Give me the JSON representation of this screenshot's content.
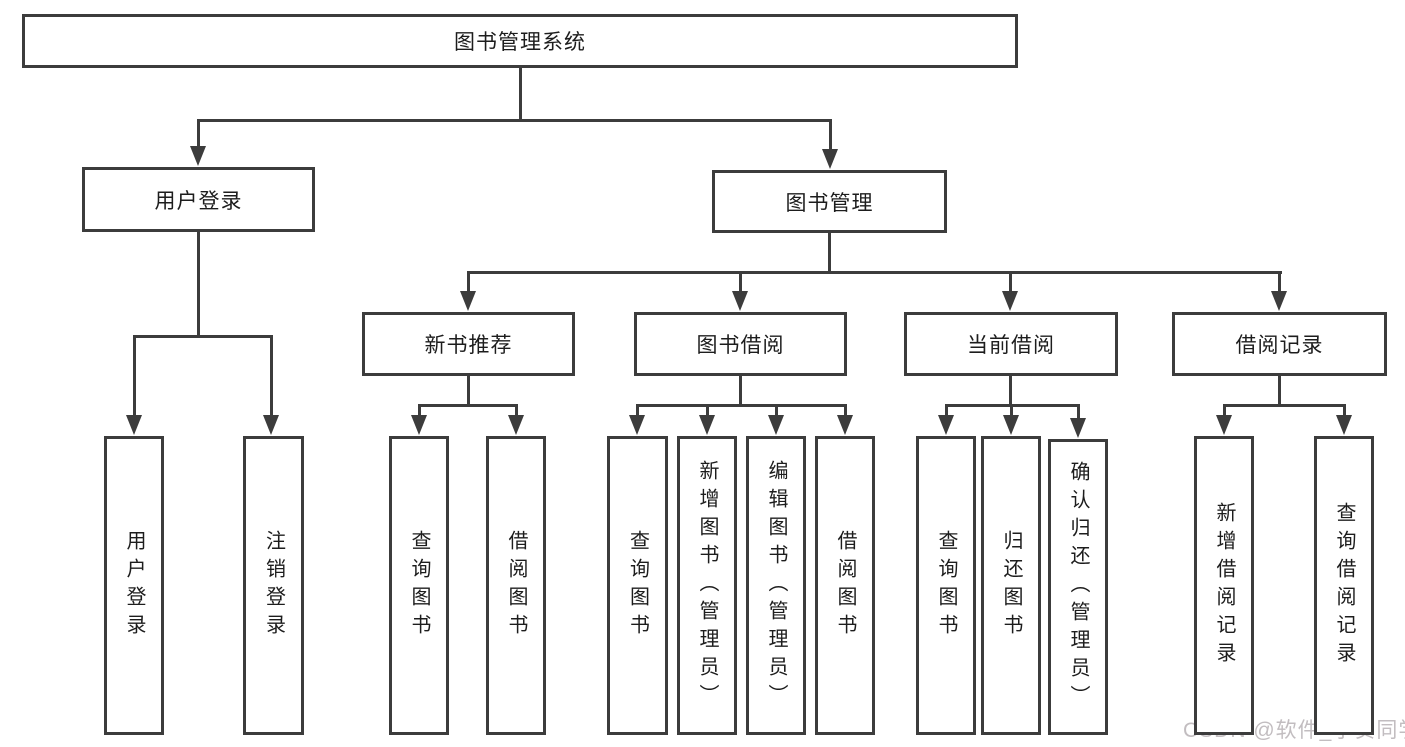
{
  "watermark": "CSDN @软件_小贺同学",
  "colors": {
    "line": "#3c3c3c",
    "text": "#1d1d1d",
    "background": "#ffffff",
    "watermark": "#c2bdc0"
  },
  "diagram": {
    "root": "图书管理系统",
    "level2": {
      "user_login": "用户登录",
      "book_management": "图书管理"
    },
    "level3": {
      "new_book_recommend": "新书推荐",
      "book_borrowing": "图书借阅",
      "current_borrowing": "当前借阅",
      "borrowing_records": "借阅记录"
    },
    "leaves": {
      "user_login": "用户登录",
      "logout": "注销登录",
      "query_books_1": "查询图书",
      "borrow_books_1": "借阅图书",
      "query_books_2": "查询图书",
      "add_books": "新增图书（管理员）",
      "edit_books": "编辑图书（管理员）",
      "borrow_books_2": "借阅图书",
      "query_books_3": "查询图书",
      "return_books": "归还图书",
      "confirm_return": "确认归还（管理员）",
      "add_borrow_record": "新增借阅记录",
      "query_borrow_record": "查询借阅记录"
    }
  }
}
